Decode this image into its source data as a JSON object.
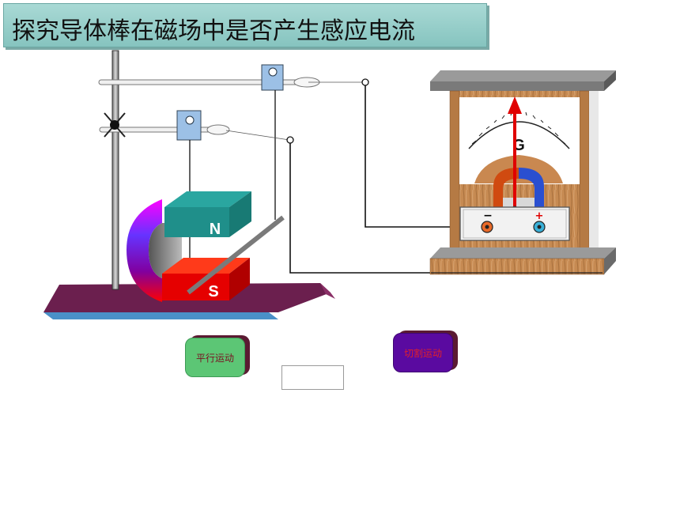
{
  "title": "探究导体棒在磁场中是否产生感应电流",
  "magnet": {
    "north_label": "N",
    "south_label": "S"
  },
  "galvanometer": {
    "label": "G",
    "minus": "−",
    "plus": "+"
  },
  "buttons": {
    "parallel": "平行运动",
    "cut": "切割运动"
  }
}
